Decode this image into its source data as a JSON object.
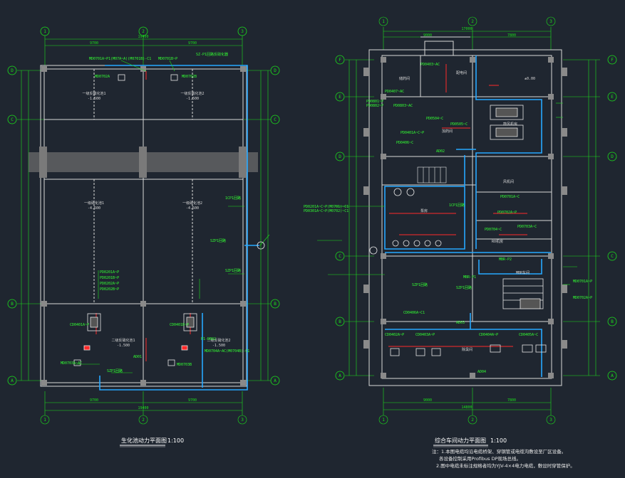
{
  "left_plan": {
    "grid_top": [
      "1",
      "2",
      "3"
    ],
    "grid_bottom": [
      "1",
      "2",
      "3"
    ],
    "grid_left": [
      "D",
      "C",
      "B",
      "A"
    ],
    "grid_right": [
      "D",
      "C",
      "B",
      "A"
    ],
    "dims_top": [
      "9700",
      "9700"
    ],
    "dims_top_total": "19400",
    "dims_bottom": [
      "9700",
      "9700"
    ],
    "dims_bottom_total": "19400",
    "rooms": [
      {
        "name": "一级反硝化池1",
        "level": "-1.500"
      },
      {
        "name": "一级反硝化池2",
        "level": "-1.500"
      },
      {
        "name": "一级硝化池1",
        "level": "-4.500"
      },
      {
        "name": "一级硝化池2",
        "level": "-4.500"
      },
      {
        "name": "二级反硝化池1",
        "level": "-1.500"
      },
      {
        "name": "二级反硝化池2",
        "level": "-1.500"
      }
    ],
    "tags": [
      "MD0701A~P1(M07A~A)(M0701B)-C1",
      "MD0701B~P",
      "SZ-P1回路反硝化器",
      "MD0702A",
      "MD0702B",
      "1CP1回路",
      "SZP1回路",
      "SZP1回路",
      "PD0201A~P",
      "PD0201B~P",
      "PD0202A~P",
      "PD0202B~P",
      "CD0401A~P",
      "CD0401B~P",
      "AD01",
      "MD0703A~AC",
      "MD0703B",
      "MD0704A~AC(M0704B)-C1",
      "P1-DB02",
      "SZP1回路"
    ],
    "title": "生化池动力平面图",
    "scale": "1:100"
  },
  "right_plan": {
    "grid_top": [
      "1",
      "2",
      "3"
    ],
    "grid_bottom": [
      "1",
      "2",
      "3"
    ],
    "grid_left": [
      "F",
      "E",
      "D",
      "C",
      "B",
      "A"
    ],
    "grid_right": [
      "F",
      "E",
      "D",
      "C",
      "B",
      "A"
    ],
    "dims_top": [
      "9000",
      "7800"
    ],
    "dims_top_total": "17000",
    "dims_bottom": [
      "9000",
      "7800"
    ],
    "dims_bottom_total": "14800",
    "rooms": [
      {
        "name": "储药间",
        "level": ""
      },
      {
        "name": "配电间",
        "level": ""
      },
      {
        "name": "加药间",
        "level": ""
      },
      {
        "name": "鼓风机房",
        "level": ""
      },
      {
        "name": "泵房",
        "level": ""
      },
      {
        "name": "MBR车间",
        "level": ""
      },
      {
        "name": "除臭间",
        "level": ""
      },
      {
        "name": "风机间",
        "level": ""
      },
      {
        "name": "RO机房",
        "level": ""
      }
    ],
    "level_mark": "±0.00",
    "tags": [
      "PD0403~AC",
      "PD0407~AC",
      "PD0801~P",
      "PD0802~P",
      "PD0803~AC",
      "PD0504~C",
      "PD0505~C",
      "PD0401A~C~P",
      "PD0406~C",
      "AD02",
      "PD0701A~C",
      "PD0702A~P",
      "PD0703A~C",
      "PD0704~C",
      "1CP1回路",
      "SZP1回路",
      "SZP1回路",
      "CD0402A~P",
      "CD0403A~P",
      "CD0404A~P",
      "CD0405A~C",
      "CD0406A~C1",
      "AD03",
      "AD04",
      "MD0701A~P",
      "MD0702A~P",
      "MBR-P1",
      "MBR-P2",
      "PD0201A~C~P(M0701)~C1",
      "PD0301A~C~P(M0702)~C1"
    ],
    "title": "综合车间动力平面图",
    "scale": "1:100",
    "notes": [
      "注：1.本图电缆均沿电缆桥架、穿钢管或电缆沟敷设至厂区设备。",
      "各设备控制采用Profibus DP现场总线。",
      "2.图中电缆未标注规格者均为YJV-4×4电力电缆，敷设时穿管保护。"
    ]
  },
  "colors": {
    "background": "#1f2630",
    "wall": "#d9d9d9",
    "grid_axis": "#1be01b",
    "cable_tray": "#27a8ff",
    "cable_red": "#ff2a2a",
    "text_green": "#33ff33",
    "equipment": "#e6e6e6",
    "column_fill": "#8a8a8a"
  }
}
